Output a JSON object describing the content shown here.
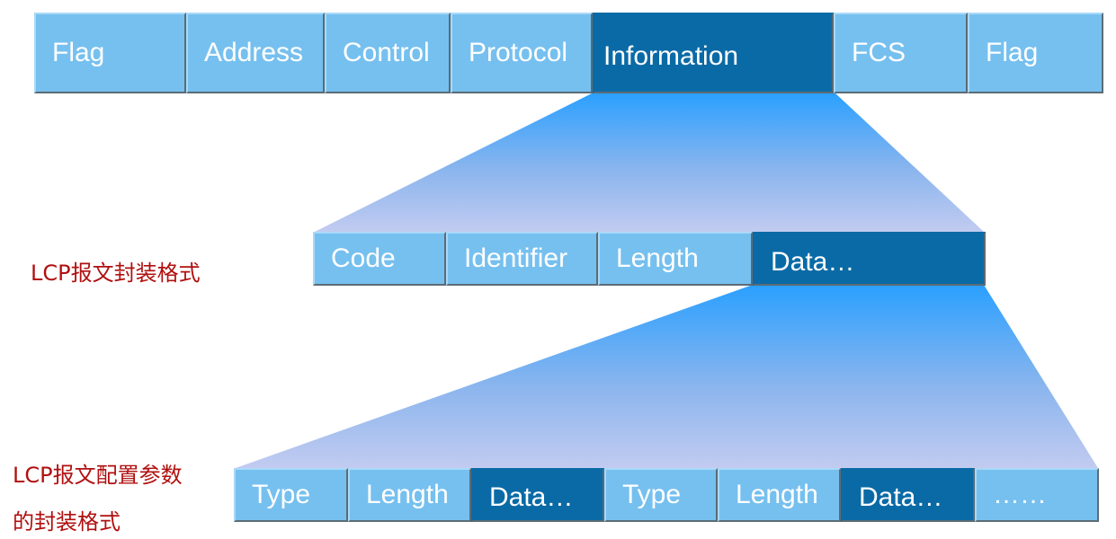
{
  "row1": [
    "Flag",
    "Address",
    "Control",
    "Protocol",
    "Information",
    "FCS",
    "Flag"
  ],
  "row2": [
    "Code",
    "Identifier",
    "Length",
    "Data…"
  ],
  "row3": [
    "Type",
    "Length",
    "Data…",
    "Type",
    "Length",
    "Data…",
    "……"
  ],
  "labels": {
    "lcp_packet_format": "LCP报文封装格式",
    "lcp_option_format_line1": "LCP报文配置参数",
    "lcp_option_format_line2": "的封装格式"
  },
  "colors": {
    "field_light": "#76c0ef",
    "field_dark": "#0a6aa6",
    "funnel_top": "#2aa0ff",
    "funnel_bottom": "#c2cbf0",
    "label": "#b01010"
  }
}
